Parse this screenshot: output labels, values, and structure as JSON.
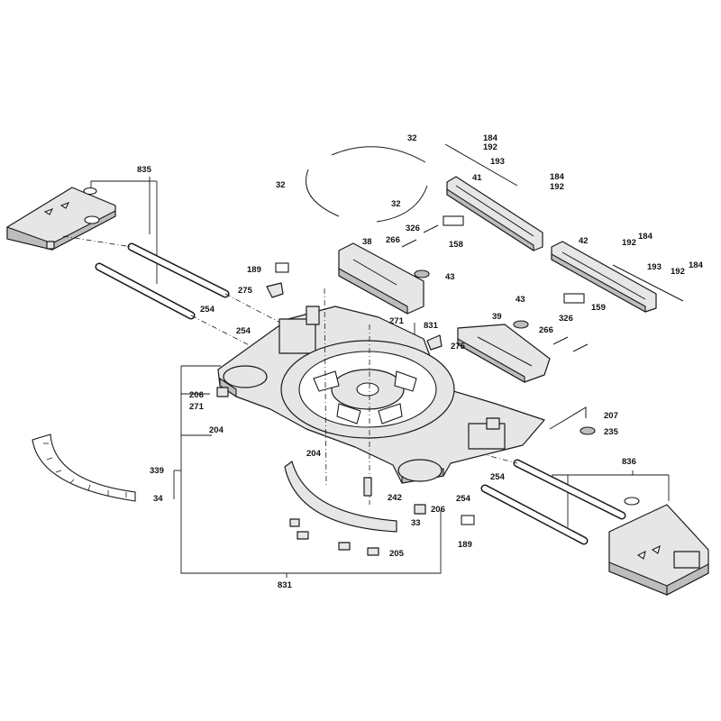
{
  "labels": {
    "l835": "835",
    "l32a": "32",
    "l32b": "32",
    "l32c": "32",
    "l184a": "184",
    "l192a": "192",
    "l193a": "193",
    "l41": "41",
    "l184b": "184",
    "l192b": "192",
    "l158": "158",
    "l326a": "326",
    "l38": "38",
    "l266a": "266",
    "l43a": "43",
    "l42": "42",
    "l192c": "192",
    "l184c": "184",
    "l193b": "193",
    "l192d": "192",
    "l184d": "184",
    "l189a": "189",
    "l275a": "275",
    "l159": "159",
    "l254a": "254",
    "l254b": "254",
    "l271a": "271",
    "l831a": "831",
    "l43b": "43",
    "l39": "39",
    "l326b": "326",
    "l266b": "266",
    "l275b": "275",
    "l206a": "206",
    "l271b": "271",
    "l204a": "204",
    "l207": "207",
    "l235": "235",
    "l204b": "204",
    "l836": "836",
    "l339": "339",
    "l254c": "254",
    "l242": "242",
    "l254d": "254",
    "l34": "34",
    "l206b": "206",
    "l33": "33",
    "l189b": "189",
    "l205": "205",
    "l831b": "831"
  }
}
